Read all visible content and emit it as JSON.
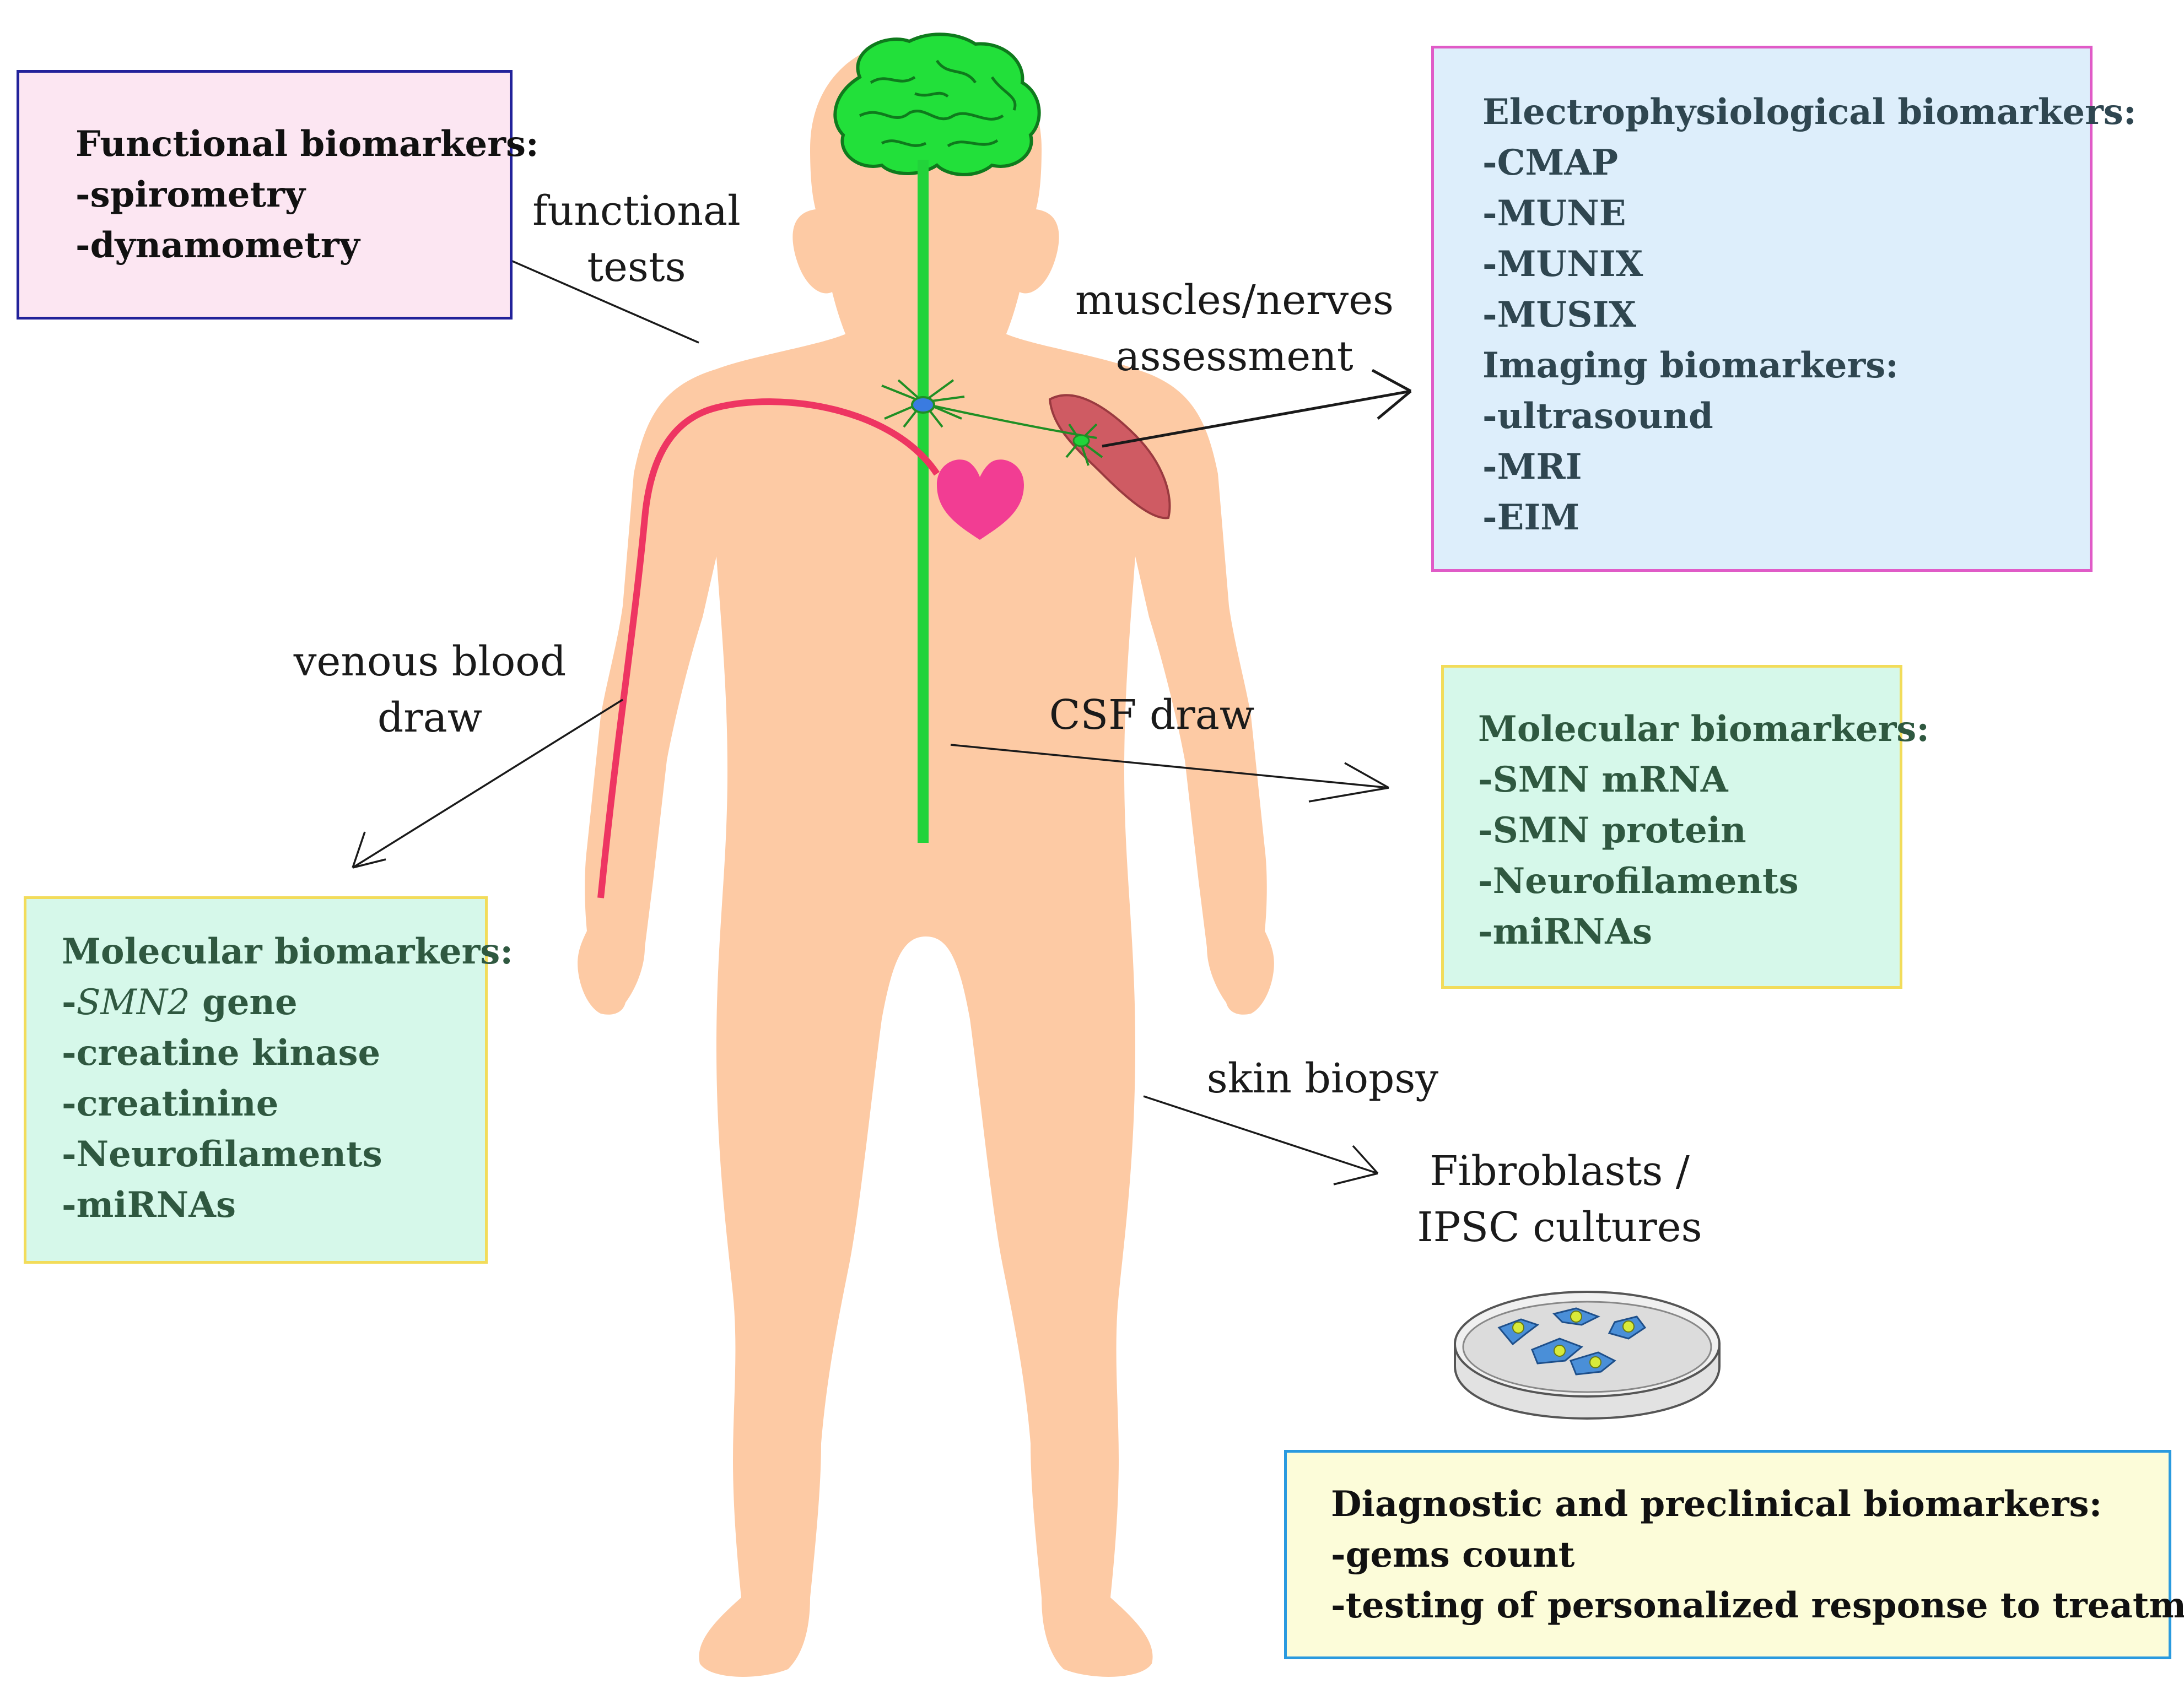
{
  "colors": {
    "skin": "#fdcaa4",
    "brain": "#22e03a",
    "spinal_cord": "#22d33a",
    "vein": "#ee3562",
    "heart": "#f23d93",
    "muscle": "#cf5b63",
    "functional_bg": "#fce6f2",
    "functional_border": "#22229a",
    "functional_text": "#111111",
    "electro_bg": "#ddeefb",
    "electro_border": "#e05bc7",
    "electro_text": "#2f4650",
    "molecular_bg": "#d6f8ea",
    "molecular_border": "#f2dc5a",
    "molecular_text": "#2f5840",
    "diagnostic_bg": "#fcfcd9",
    "diagnostic_border": "#2a9adf",
    "diagnostic_text": "#111111"
  },
  "boxes": {
    "functional": {
      "title": "Functional biomarkers:",
      "items": [
        "-spirometry",
        "-dynamometry"
      ]
    },
    "electro": {
      "title": "Electrophysiological biomarkers:",
      "items": [
        "-CMAP",
        "-MUNE",
        "-MUNIX",
        "-MUSIX"
      ],
      "imaging_title": "Imaging biomarkers:",
      "imaging_items": [
        "-ultrasound",
        "-MRI",
        "-EIM"
      ]
    },
    "molecular_csf": {
      "title": "Molecular biomarkers:",
      "items": [
        "-SMN mRNA",
        "-SMN protein",
        "-Neurofilaments",
        "-miRNAs"
      ]
    },
    "molecular_blood": {
      "title": "Molecular biomarkers:",
      "gene_prefix": "-",
      "gene_name": "SMN2",
      "gene_suffix": " gene",
      "items": [
        "-creatine kinase",
        "-creatinine",
        "-Neurofilaments",
        "-miRNAs"
      ]
    },
    "diagnostic": {
      "title": "Diagnostic and preclinical biomarkers:",
      "items": [
        "-gems count",
        "-testing of personalized response to treatment"
      ]
    }
  },
  "labels": {
    "functional_tests": [
      "functional",
      "tests"
    ],
    "muscles_nerves": [
      "muscles/nerves",
      "assessment"
    ],
    "venous_blood": [
      "venous blood",
      "draw"
    ],
    "csf_draw": "CSF draw",
    "skin_biopsy": "skin biopsy",
    "cultures": [
      "Fibroblasts /",
      "IPSC cultures"
    ]
  }
}
